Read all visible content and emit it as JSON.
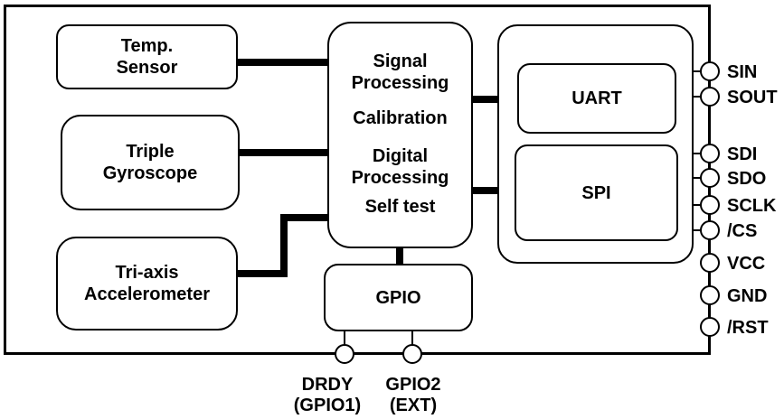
{
  "diagram": {
    "blocks": {
      "temp_sensor": "Temp.\nSensor",
      "triple_gyroscope": "Triple\nGyroscope",
      "tri_axis_accelerometer": "Tri-axis\nAccelerometer",
      "core": [
        "Signal\nProcessing",
        "Calibration",
        "Digital\nProcessing",
        "Self test"
      ],
      "uart": "UART",
      "spi": "SPI",
      "gpio": "GPIO"
    },
    "pins": {
      "right": [
        "SIN",
        "SOUT",
        "SDI",
        "SDO",
        "SCLK",
        "/CS",
        "VCC",
        "GND",
        "/RST"
      ],
      "bottom": [
        "DRDY\n(GPIO1)",
        "GPIO2\n(EXT)"
      ]
    },
    "colors": {
      "line": "#000000",
      "background": "#ffffff"
    }
  }
}
